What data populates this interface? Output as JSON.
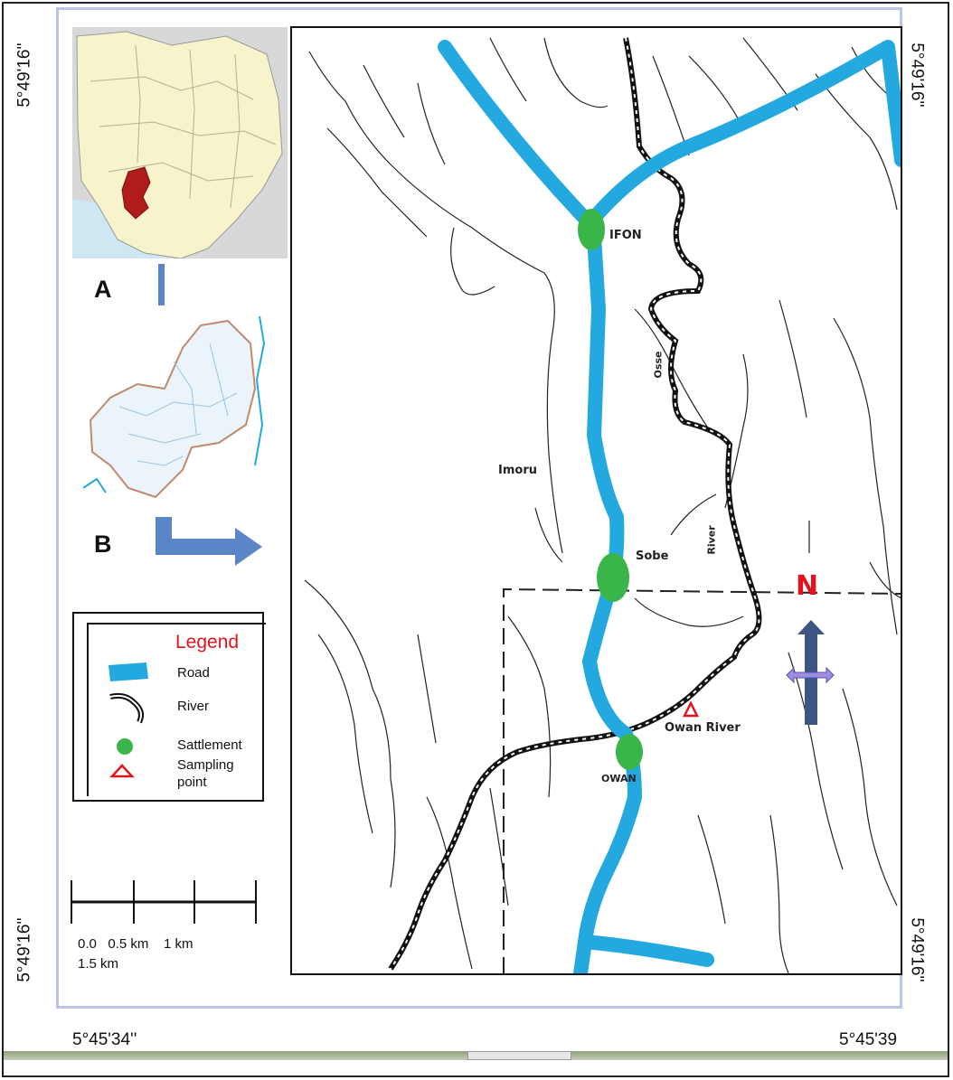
{
  "coordinates": {
    "left_top": "5°49'16''",
    "right_top": "5°49'16''",
    "left_bottom": "5°49'16''",
    "right_bottom": "5°49'16''",
    "bottom_left": "5°45'34''",
    "bottom_right": "5°45'39"
  },
  "insets": {
    "a_label": "A",
    "b_label": "B"
  },
  "legend": {
    "title": "Legend",
    "items": [
      {
        "label": "Road",
        "symbol": "road-symbol"
      },
      {
        "label": "River",
        "symbol": "river-symbol"
      },
      {
        "label": "Sattlement",
        "symbol": "settlement-symbol"
      },
      {
        "label": "Sampling point",
        "symbol": "sampling-point-symbol"
      }
    ]
  },
  "scale": {
    "line1": "0.0   0.5 km    1 km",
    "line2": "1.5 km"
  },
  "map_labels": {
    "ifon": "IFON",
    "sobe": "Sobe",
    "imoru": "Imoru",
    "osse": "Osse",
    "river": "River",
    "owan_river": "Owan River",
    "owan": "OWAN",
    "north": "N"
  },
  "colors": {
    "road": "#23a8e0",
    "settlement": "#39b54a",
    "sampling_point": "#e2141b",
    "north": "#e2141b",
    "state_highlight": "#b01c1c",
    "arrow": "#5a86c7"
  }
}
